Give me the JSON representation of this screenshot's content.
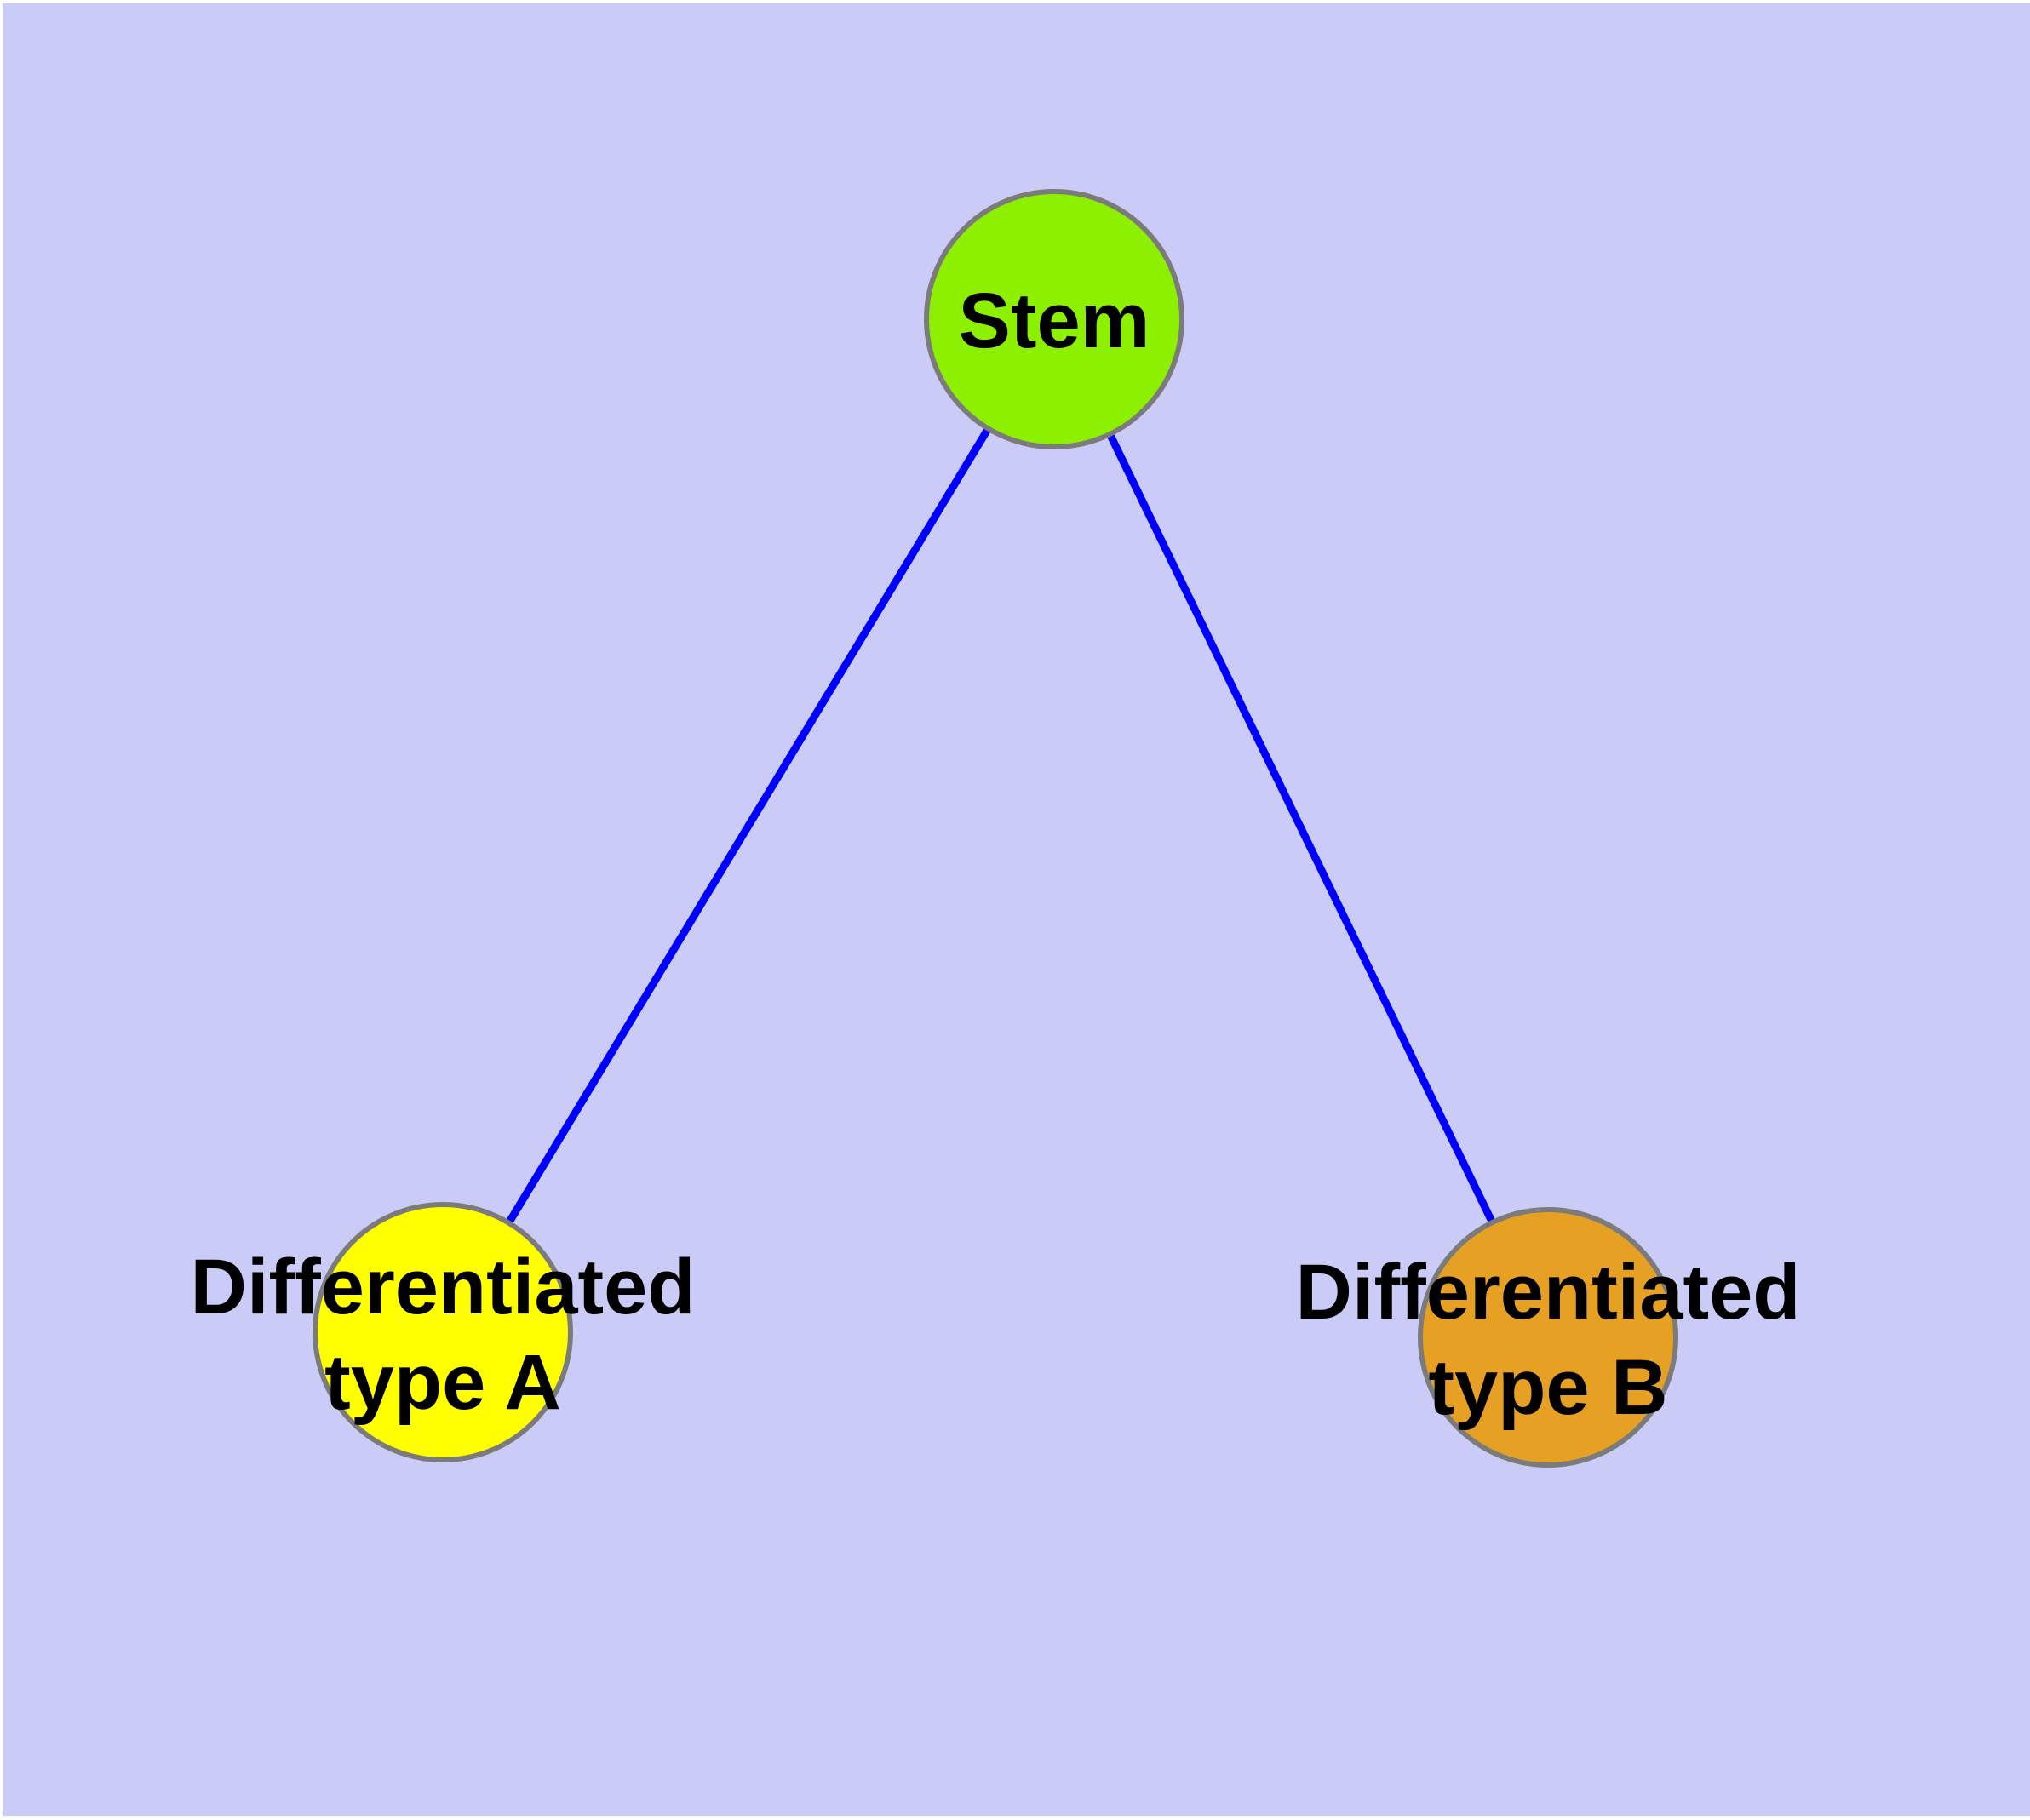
{
  "diagram": {
    "type": "node-link-graph",
    "background_color": "#CBCBF7",
    "canvas_margin_color": "#FFFFFF",
    "edge_color": "#0000FF",
    "node_border_color": "#7B7B7B",
    "label_color": "#000000",
    "nodes": {
      "stem": {
        "label": "Stem",
        "fill": "#8CF000"
      },
      "type_a": {
        "label": "Differentiated type A",
        "label_line1": "Differentiated",
        "label_line2": "type A",
        "fill": "#FFFF00"
      },
      "type_b": {
        "label": "Differentiated type B",
        "label_line1": "Differentiated",
        "label_line2": "type B",
        "fill": "#E6A023"
      }
    },
    "edges": [
      {
        "from": "Stem",
        "to": "Differentiated type A"
      },
      {
        "from": "Stem",
        "to": "Differentiated type B"
      }
    ]
  }
}
